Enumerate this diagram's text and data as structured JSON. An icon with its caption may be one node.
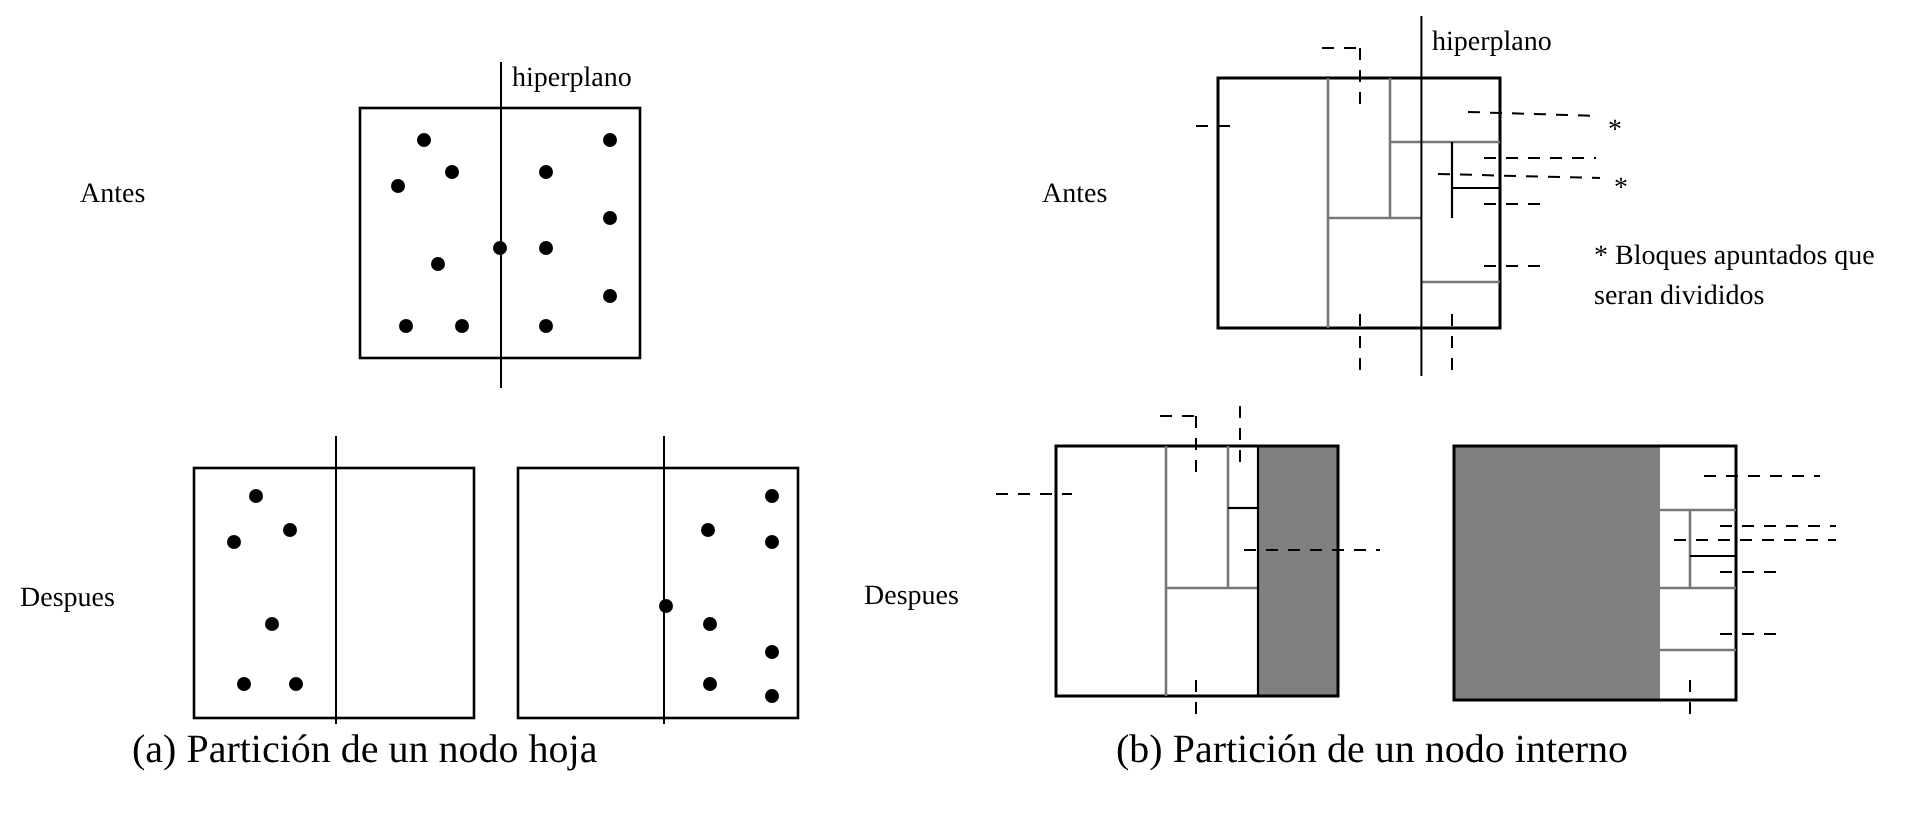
{
  "diagram": {
    "labels": [
      "hiperplano",
      "hiperplano",
      "Antes",
      "Antes",
      "*",
      "*",
      "* Bloques apuntados que seran divididos",
      "Despues",
      "Despues",
      "(a) Partición de un nodo hoja",
      "(b) Partición de un nodo interno"
    ]
  }
}
